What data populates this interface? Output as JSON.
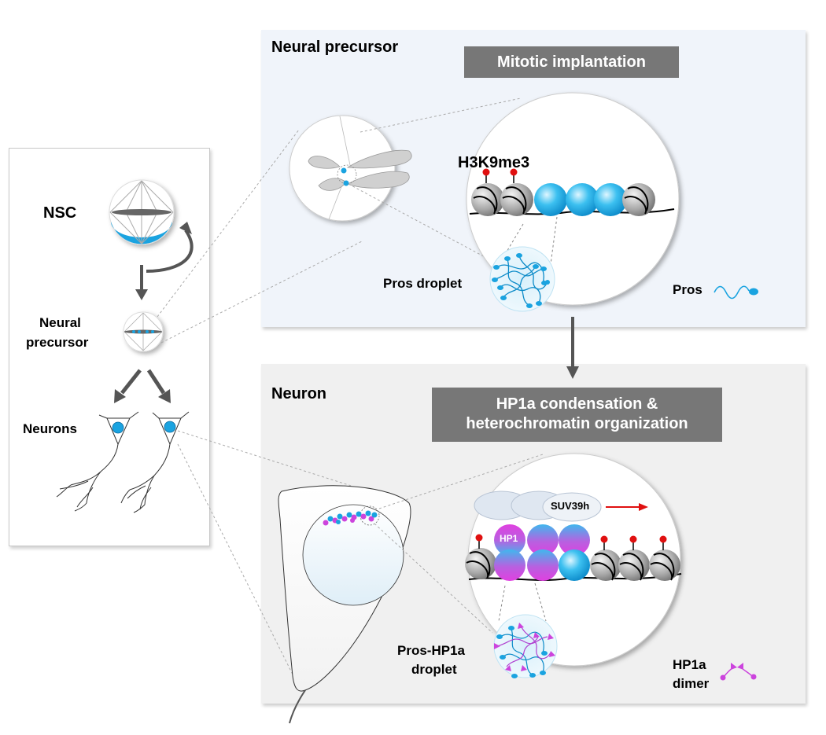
{
  "left_panel": {
    "nsc": "NSC",
    "neural_precursor": [
      "Neural",
      "precursor"
    ],
    "neurons": "Neurons"
  },
  "top_panel": {
    "title": "Neural precursor",
    "banner": "Mitotic implantation",
    "mark_label": "H3K9me3",
    "droplet_label": "Pros droplet",
    "legend_label": "Pros"
  },
  "bottom_panel": {
    "title": "Neuron",
    "banner": [
      "HP1a condensation &",
      "heterochromatin organization"
    ],
    "enzyme_label": "SUV39h",
    "hp1_label": "HP1",
    "droplet_label": [
      "Pros-HP1a",
      "droplet"
    ],
    "legend_label": [
      "HP1a",
      "dimer"
    ]
  },
  "colors": {
    "cyan": "#1aa3e0",
    "magenta": "#cc44dd",
    "red_mark": "#e01010",
    "banner_gray": "#777777",
    "top_panel_bg": "#f0f4fa",
    "bottom_panel_bg": "#f0f0f0"
  }
}
